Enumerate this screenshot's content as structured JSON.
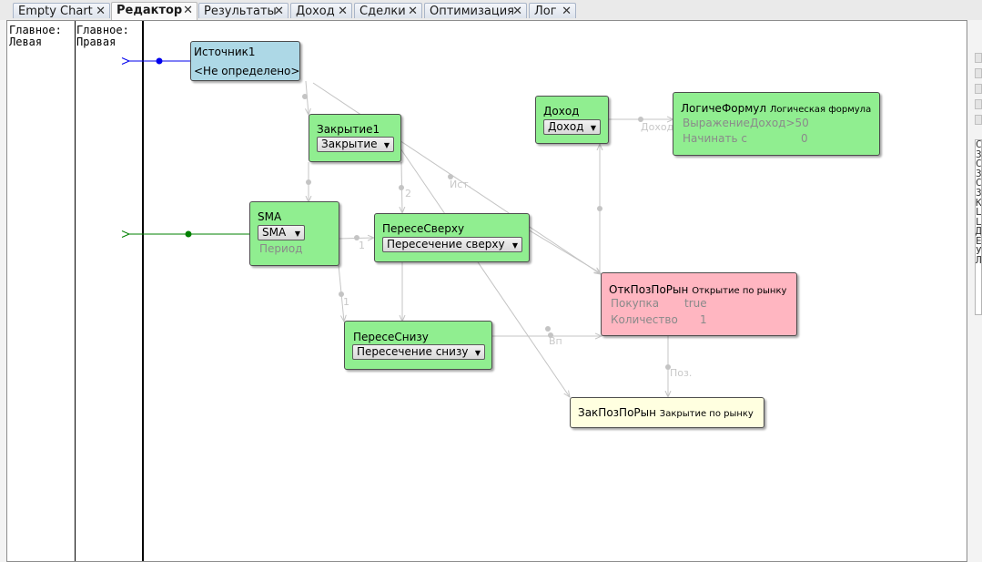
{
  "tabs": [
    {
      "label": "Empty Chart",
      "active": false
    },
    {
      "label": "Редактор",
      "active": true
    },
    {
      "label": "Результаты",
      "active": false
    },
    {
      "label": "Доход",
      "active": false
    },
    {
      "label": "Сделки",
      "active": false
    },
    {
      "label": "Оптимизация",
      "active": false
    },
    {
      "label": "Лог",
      "active": false
    }
  ],
  "tab_close_glyph": "✕",
  "columns": {
    "left": {
      "line1": "Главное:",
      "line2": "Левая"
    },
    "right": {
      "line1": "Главное:",
      "line2": "Правая"
    }
  },
  "nodes": {
    "source": {
      "title": "Источник1",
      "value": "<Не определено>"
    },
    "close": {
      "title": "Закрытие1",
      "dropdown": "Закрытие"
    },
    "sma": {
      "title": "SMA",
      "dropdown": "SMA",
      "prop": "Период"
    },
    "cross_up": {
      "title": "ПересеСверху",
      "dropdown": "Пересечение сверху"
    },
    "cross_down": {
      "title": "ПересеСнизу",
      "dropdown": "Пересечение снизу"
    },
    "income": {
      "title": "Доход",
      "dropdown": "Доход"
    },
    "logic": {
      "title": "ЛогичеФормул",
      "subtitle": "Логическая формула",
      "prop1_label": "Выражение",
      "prop1_value": "Доход>50",
      "prop2_label": "Начинать с",
      "prop2_value": "0"
    },
    "open_market": {
      "title": "ОткПозПоРын",
      "subtitle": "Открытие по рынку",
      "prop1_label": "Покупка",
      "prop1_value": "true",
      "prop2_label": "Количество",
      "prop2_value": "1"
    },
    "close_market": {
      "title": "ЗакПозПоРын",
      "subtitle": "Закрытие по рынку"
    }
  },
  "port_labels": {
    "cross_up_in": "1",
    "cross_up_in2": "2",
    "ist": "Ист.",
    "income_out": "Доход",
    "cross_down_in": "1",
    "open_in": "Вп",
    "close_in": "Поз."
  },
  "right_strip_letters": [
    "С",
    "З",
    "С",
    "З",
    "С",
    "З",
    "К",
    "L",
    "L",
    "Д",
    "Е",
    "У",
    "Л"
  ],
  "colors": {
    "node_green": "#90ee90",
    "node_blue": "#add8e6",
    "node_pink": "#ffb6c1",
    "node_yellow": "#ffffe0",
    "link_gray": "#c4c4c4",
    "link_blue": "#0000ee",
    "link_green": "#008000"
  },
  "icons": {
    "dropdown_arrow": "▼"
  }
}
